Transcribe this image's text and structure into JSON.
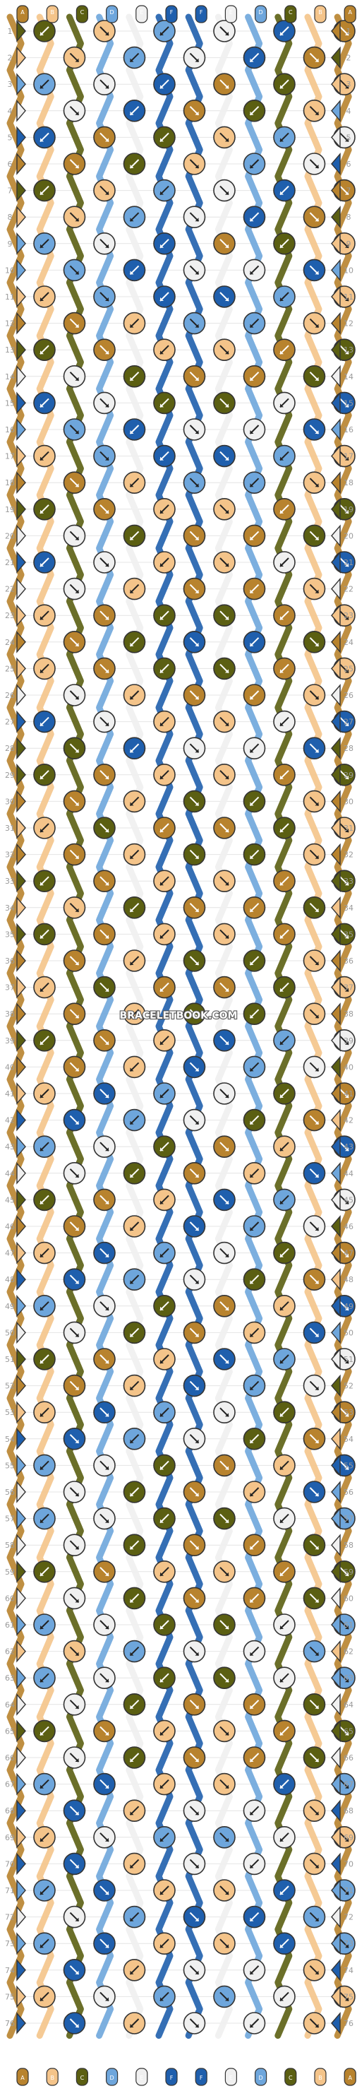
{
  "watermark": "BRACELETBOOK.COM",
  "colors": {
    "A": "#b8832e",
    "B": "#f4c48a",
    "C": "#5b5f12",
    "D": "#6ea6dc",
    "E": "#f0f0f0",
    "F": "#1f5fad"
  },
  "strands": [
    "A",
    "B",
    "C",
    "D",
    "E",
    "F",
    "F",
    "E",
    "D",
    "C",
    "B",
    "A"
  ],
  "row_count": 76,
  "bands": [
    {
      "from": 1,
      "to": 9,
      "pattern": "diagonal-stripes",
      "colors": [
        "A",
        "C",
        "B",
        "D",
        "E",
        "F"
      ]
    },
    {
      "from": 10,
      "to": 20,
      "pattern": "chevron",
      "colors": [
        "F",
        "D",
        "B",
        "A",
        "C",
        "E"
      ]
    },
    {
      "from": 20,
      "to": 28,
      "pattern": "diamond",
      "colors": [
        "E",
        "F",
        "C",
        "A",
        "B"
      ]
    },
    {
      "from": 28,
      "to": 38,
      "pattern": "center-diamonds",
      "colors": [
        "B",
        "A",
        "C"
      ]
    },
    {
      "from": 38,
      "to": 56,
      "pattern": "diagonal-stripes",
      "colors": [
        "F",
        "D",
        "E",
        "C",
        "A",
        "B"
      ]
    },
    {
      "from": 56,
      "to": 66,
      "pattern": "center-diamonds",
      "colors": [
        "D",
        "B",
        "A",
        "C",
        "E"
      ]
    },
    {
      "from": 66,
      "to": 76,
      "pattern": "center-diamonds",
      "colors": [
        "F",
        "D",
        "E",
        "B"
      ]
    }
  ]
}
